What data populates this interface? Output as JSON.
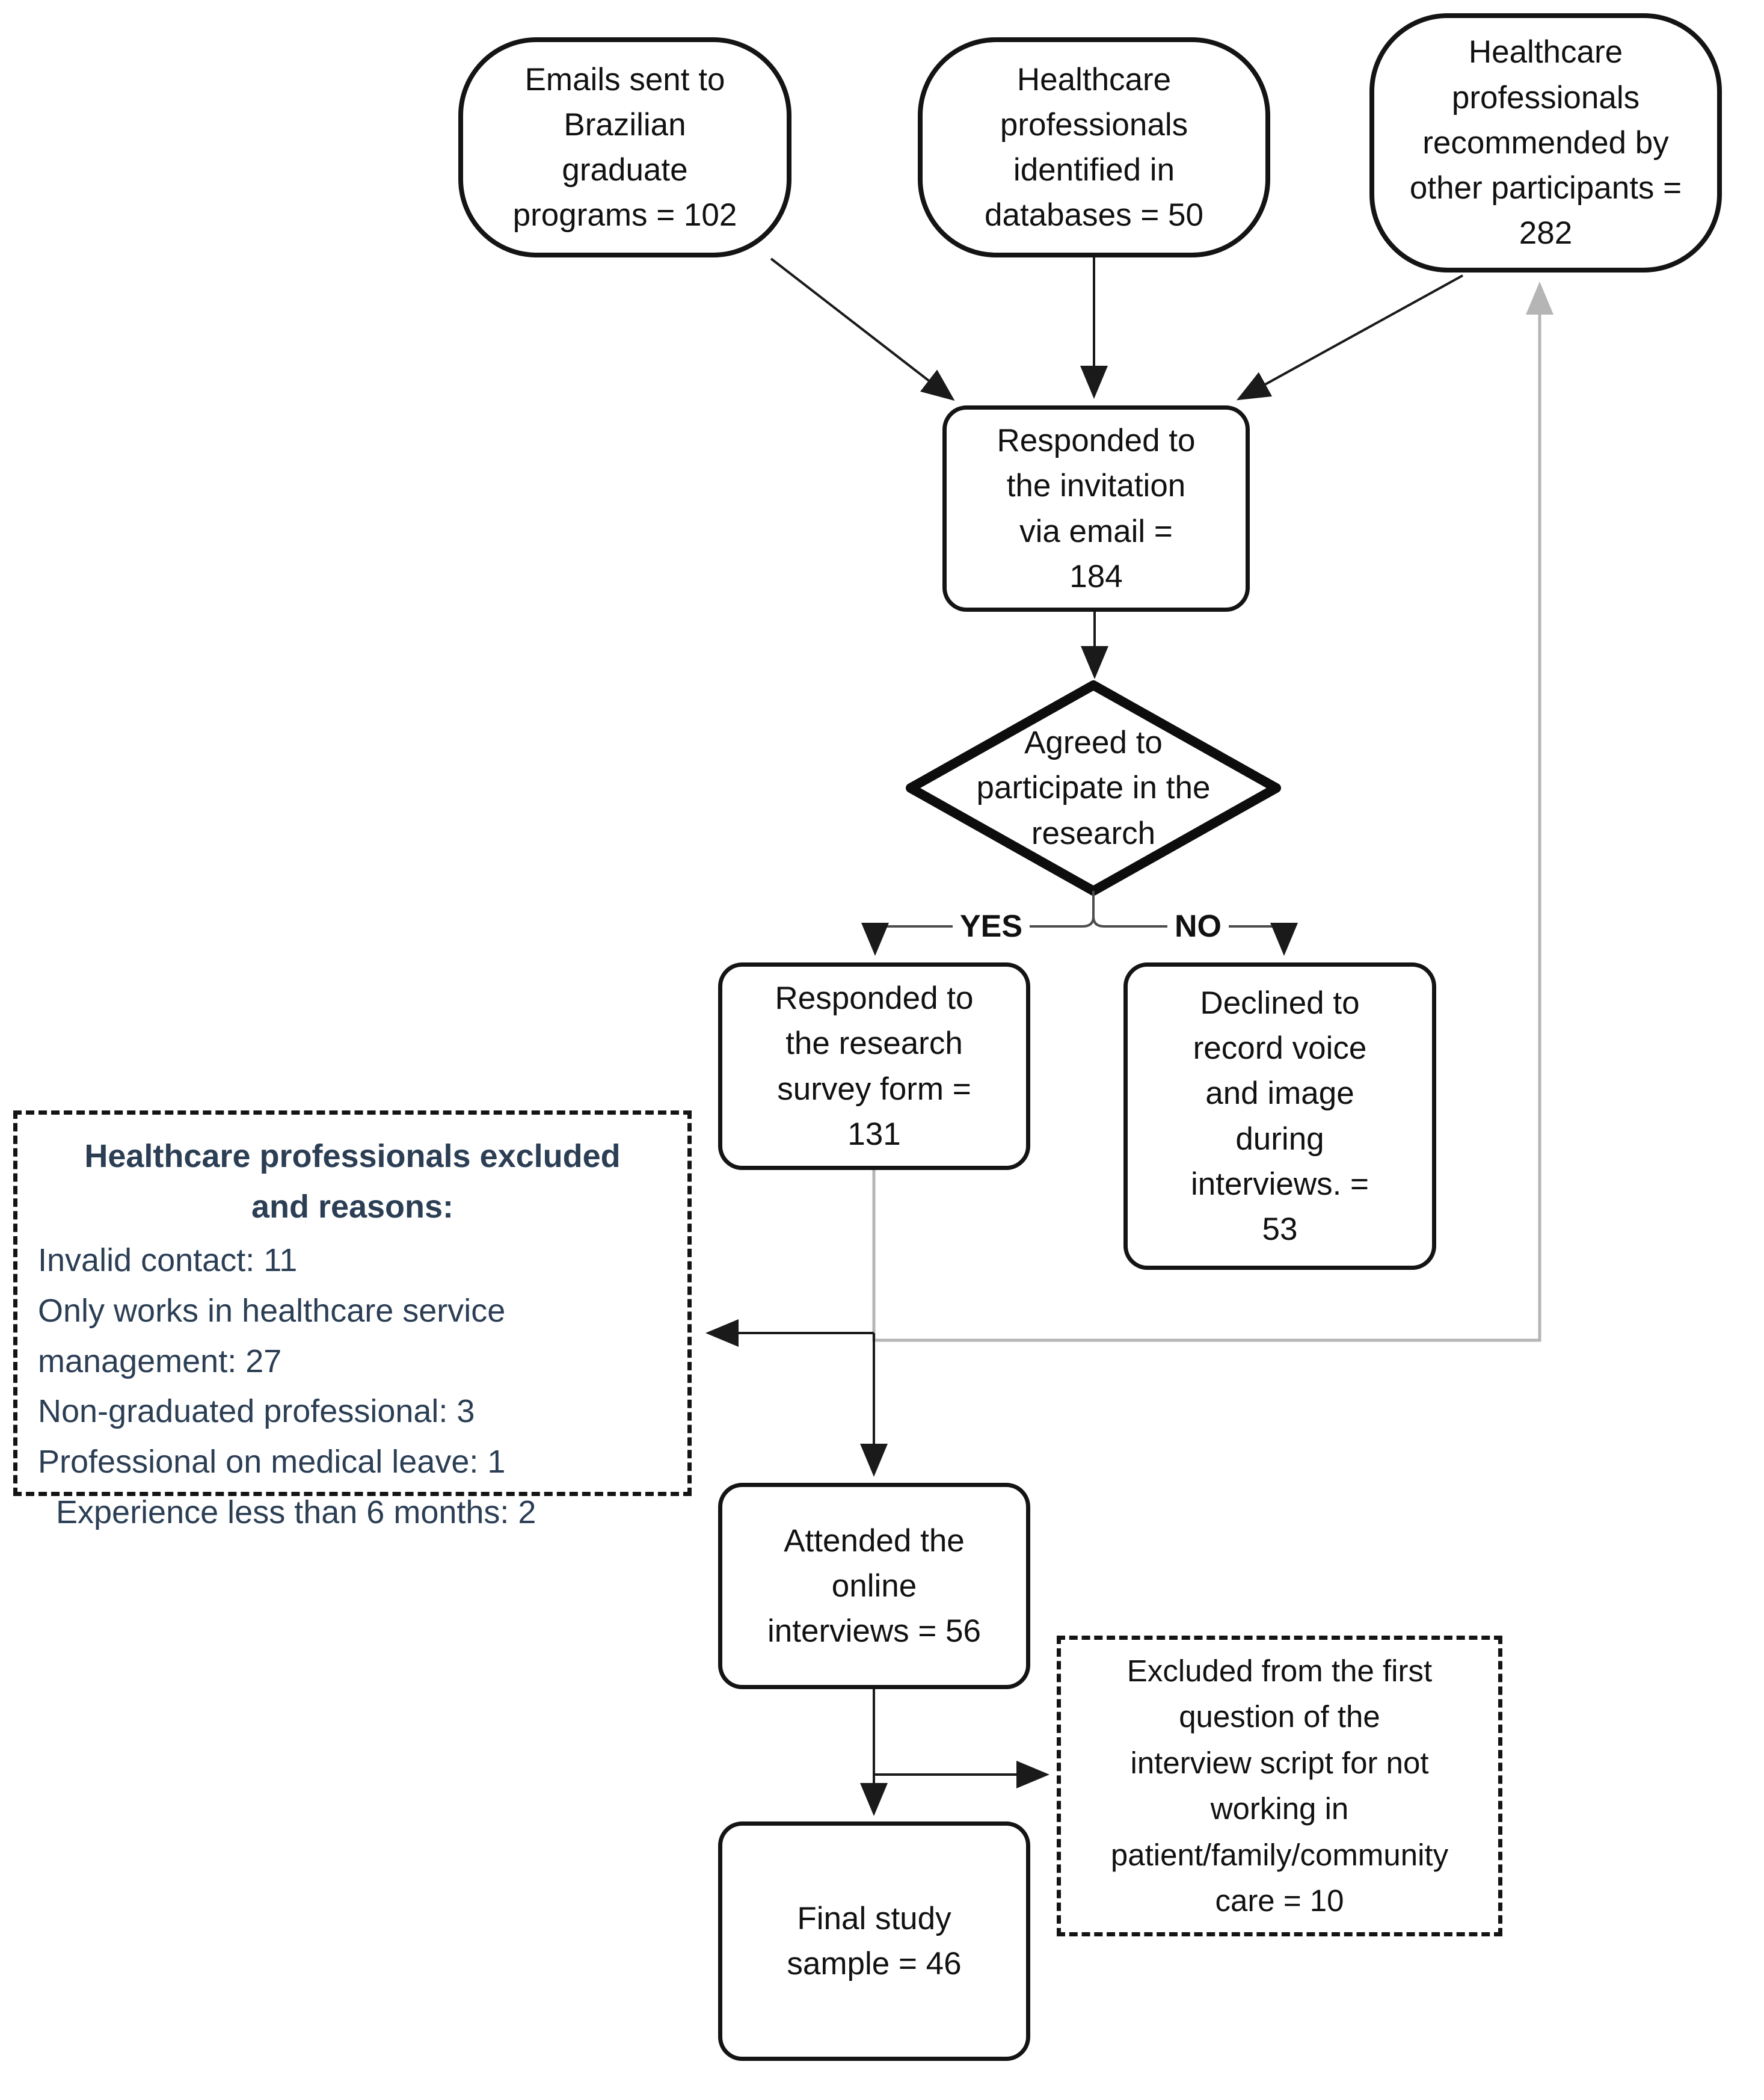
{
  "diagram": {
    "colors": {
      "line_black": "#1a1a1a",
      "line_gray": "#b5b5b5",
      "split_line": "#4d4d4d",
      "excluded_text": "#2b3e54",
      "node_border": "#141414",
      "background": "#ffffff"
    },
    "nodes": {
      "emails": {
        "label": "Emails sent to\nBrazilian\ngraduate\nprograms = 102"
      },
      "databases": {
        "label": "Healthcare\nprofessionals\nidentified in\ndatabases = 50"
      },
      "recommended": {
        "label": "Healthcare\nprofessionals\nrecommended by\nother participants =\n282"
      },
      "responded_invitation": {
        "label": "Responded to\nthe invitation\nvia email =\n184"
      },
      "agreed_decision": {
        "label": "Agreed to\nparticipate in the\nresearch"
      },
      "responded_survey": {
        "label": "Responded to\nthe research\nsurvey form =\n131"
      },
      "declined_recording": {
        "label": "Declined to\nrecord voice\nand image\nduring\ninterviews. =\n53"
      },
      "excluded_reasons": {
        "title": "Healthcare professionals excluded\nand reasons:",
        "items": [
          "Invalid contact: 11",
          "Only works in healthcare service\nmanagement: 27",
          "Non-graduated professional: 3",
          "Professional on medical leave: 1",
          "Experience less than 6 months: 2"
        ]
      },
      "attended_interviews": {
        "label": "Attended the\nonline\ninterviews = 56"
      },
      "excluded_first_question": {
        "label": "Excluded from the first\nquestion of the\ninterview script for not\nworking in\npatient/family/community\ncare = 10"
      },
      "final_sample": {
        "label": "Final study\nsample = 46"
      }
    },
    "branch_labels": {
      "yes": "YES",
      "no": "NO"
    }
  }
}
